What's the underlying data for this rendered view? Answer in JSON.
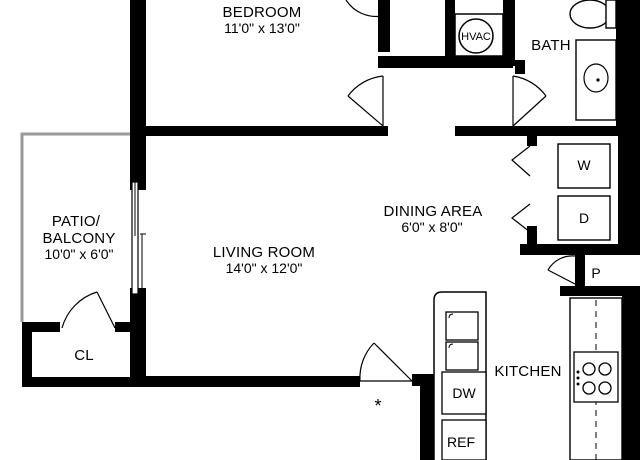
{
  "plan": {
    "rooms": {
      "bedroom": {
        "name": "BEDROOM",
        "dims": "11'0\" x 13'0\""
      },
      "bath": {
        "name": "BATH"
      },
      "patio": {
        "line1": "PATIO/",
        "line2": "BALCONY",
        "dims": "10'0\" x 6'0\""
      },
      "living": {
        "name": "LIVING ROOM",
        "dims": "14'0\" x 12'0\""
      },
      "dining": {
        "name": "DINING AREA",
        "dims": "6'0\" x 8'0\""
      },
      "kitchen": {
        "name": "KITCHEN"
      },
      "closet": {
        "name": "CL"
      }
    },
    "fixtures": {
      "hvac": "HVAC",
      "washer": "W",
      "dryer": "D",
      "pantry": "P",
      "dishwasher": "DW",
      "refrigerator": "REF"
    },
    "marker": "*"
  }
}
